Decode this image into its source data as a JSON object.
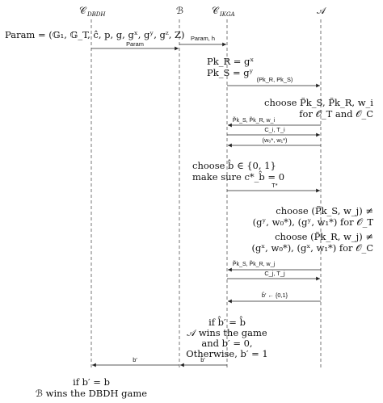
{
  "participants": [
    {
      "id": "dbdh",
      "label": "𝒞",
      "sub": "DBDH"
    },
    {
      "id": "b",
      "label": "ℬ",
      "sub": ""
    },
    {
      "id": "ikga",
      "label": "𝒞",
      "sub": "IKGA"
    },
    {
      "id": "a",
      "label": "𝒜",
      "sub": ""
    }
  ],
  "notes": {
    "param_def": "Param = (𝔾₁, 𝔾_T, ĉ, p, g, gˣ, gʸ, gᶻ, Z)",
    "pk_r": "Pk_R = gˣ",
    "pk_s": "Pk_S = gʸ",
    "choose_pk": "choose P̃k_S, P̃k_R, w_i",
    "for_oracles": "for 𝒪_T and 𝒪_C",
    "choose_bhat": "choose b̂ ∈ {0, 1}",
    "make_sure": "make sure c*_b̂ = 0",
    "choose_pks_wj": "choose (P̃k_S, w_j) ≠",
    "cond_ot": "(gʸ, w₀*), (gʸ, w₁*) for 𝒪_T",
    "choose_pkr_wj": "choose (P̃k_R, w_j) ≠",
    "cond_oc": "(gˣ, w₀*), (gˣ, w₁*) for 𝒪_C",
    "if_bhat": "if b̂′ = b̂",
    "a_wins": "𝒜 wins the game",
    "and_b0": "and b′ = 0,",
    "otherwise": "Otherwise, b′ = 1",
    "if_b": "if b′ = b",
    "b_wins": "ℬ wins the DBDH game"
  },
  "messages": {
    "param1": "Param",
    "param_h": "Param, h",
    "pks_pair": "(Pk_R, Pk_S)",
    "pk_tilde_wi": "P̃k_S, P̃k_R, w_i",
    "ci_ti": "C_i, T_i",
    "w_pair": "(w₀*, w₁*)",
    "t_star": "T*",
    "pk_tilde_wj": "P̃k_S, P̃k_R, w_j",
    "cj_tj": "C_j, T_j",
    "bhat_pick": "b̂′ ← {0,1}",
    "b_prime_1": "b′",
    "b_prime_2": "b′"
  }
}
